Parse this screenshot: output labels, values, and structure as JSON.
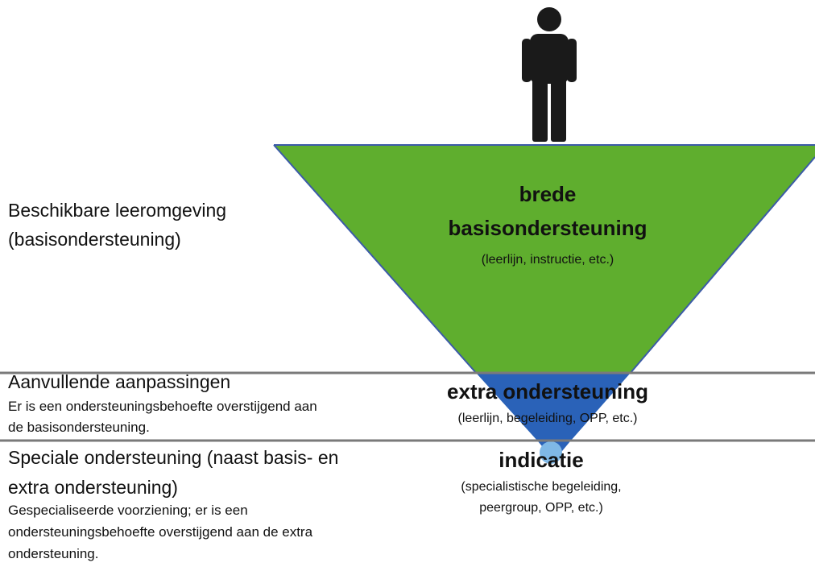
{
  "colors": {
    "top_fill": "#5fae2e",
    "top_stroke": "#3b5aa8",
    "middle_fill": "#2a62b8",
    "bottom_fill": "#7fb8e6",
    "divider": "#7a7a7a",
    "person": "#1a1a1a"
  },
  "icons": [
    "person-icon"
  ],
  "levels": {
    "basis": {
      "left_title_1": "Beschikbare leeromgeving",
      "left_title_2": "(basisondersteuning)",
      "center_title_1": "brede",
      "center_title_2": "basisondersteuning",
      "center_sub": "(leerlijn, instructie, etc.)"
    },
    "extra": {
      "left_title": "Aanvullende aanpassingen",
      "left_desc_1": "Er is een ondersteuningsbehoefte overstijgend aan",
      "left_desc_2": "de basisondersteuning.",
      "center_title": "extra ondersteuning",
      "center_sub": "(leerlijn, begeleiding, OPP, etc.)"
    },
    "speciaal": {
      "left_title_1": "Speciale ondersteuning (naast basis- en",
      "left_title_2": "extra ondersteuning)",
      "left_desc_1": "Gespecialiseerde voorziening; er is een",
      "left_desc_2": "ondersteuningsbehoefte overstijgend aan de extra",
      "left_desc_3": "ondersteuning.",
      "center_title": "indicatie",
      "center_sub_1": "(specialistische begeleiding,",
      "center_sub_2": "peergroup, OPP, etc.)"
    }
  }
}
